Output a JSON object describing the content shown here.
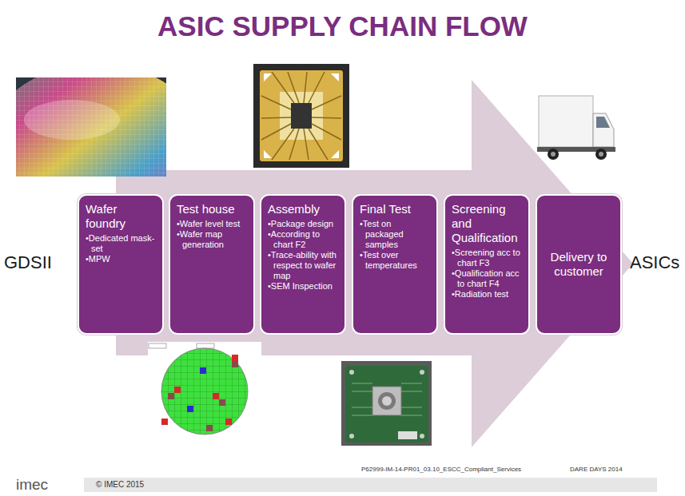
{
  "diagram": {
    "title": "ASIC SUPPLY CHAIN FLOW",
    "nodes": [
      {
        "text": [
          "Wafer foundry",
          "•Dedicated mask-set",
          "•MPW"
        ]
      },
      {
        "text": [
          "Test house",
          "•Wafer level test",
          "•Wafer map generation"
        ]
      },
      {
        "text": [
          "Assembly",
          "•Package design",
          "•According to chart F2",
          "•Trace-ability with respect to wafer map",
          "•SEM Inspection"
        ]
      },
      {
        "text": [
          "Final Test",
          "•Test on packaged samples",
          "•Test over temperatures"
        ]
      },
      {
        "text": [
          "Screening and Qualification",
          "•Screening acc to chart F3",
          "•Qualification acc to chart F4",
          "•Radiation test"
        ]
      },
      {
        "text": [
          "Delivery to customer"
        ]
      }
    ],
    "labels": [
      "GDSII",
      "ASICs",
      "imec",
      "© IMEC 2015",
      "P62999-IM-14-PR01_03.10_ESCC_Compliant_Services",
      "DARE DAYS 2014"
    ]
  }
}
